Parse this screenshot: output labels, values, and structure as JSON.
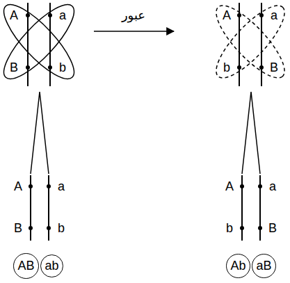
{
  "diagram": {
    "nodes": [
      {
        "text": [
          "AB"
        ]
      },
      {
        "text": [
          "ab"
        ]
      },
      {
        "text": [
          "Ab"
        ]
      },
      {
        "text": [
          "aB"
        ]
      }
    ],
    "labels": [
      "A",
      "a",
      "B",
      "b",
      "عبور",
      "A",
      "a",
      "b",
      "B",
      "A",
      "a",
      "B",
      "b",
      "A",
      "a",
      "b",
      "B"
    ]
  }
}
